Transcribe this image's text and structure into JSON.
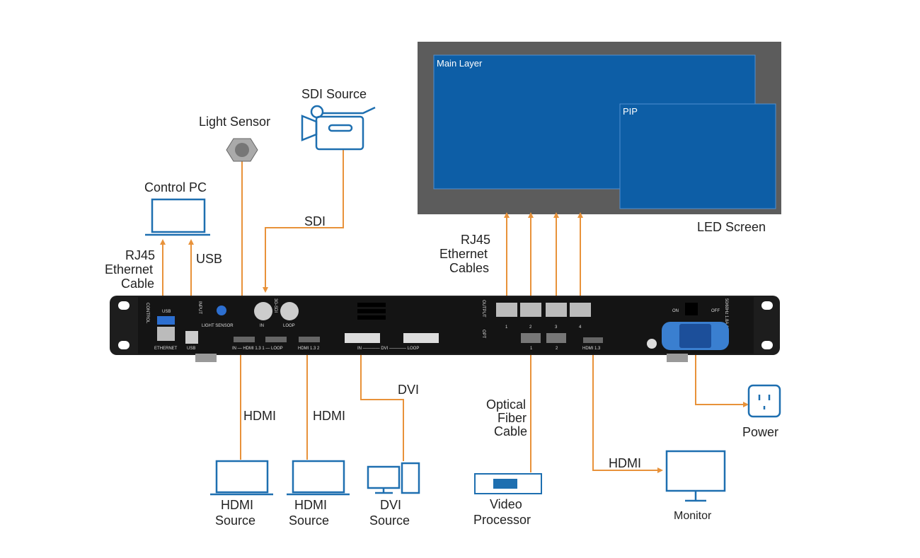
{
  "colors": {
    "cable": "#e8923a",
    "icon": "#1e6fb0",
    "screen_bezel": "#5c5c5c",
    "screen_layer": "#0d5ea6",
    "device": "#1d1d1d"
  },
  "screen": {
    "label": "LED Screen",
    "main_layer": "Main Layer",
    "pip": "PIP"
  },
  "devices": {
    "light_sensor": "Light Sensor",
    "sdi_source": "SDI Source",
    "control_pc": "Control PC",
    "hdmi_source_1": [
      "HDMI",
      "Source"
    ],
    "hdmi_source_2": [
      "HDMI",
      "Source"
    ],
    "dvi_source": [
      "DVI",
      "Source"
    ],
    "video_processor": [
      "Video",
      "Processor"
    ],
    "monitor": "Monitor",
    "power": "Power"
  },
  "cables": {
    "sdi": "SDI",
    "rj45_control": [
      "RJ45",
      "Ethernet",
      "Cable"
    ],
    "usb": "USB",
    "rj45_output": [
      "RJ45",
      "Ethernet",
      "Cables"
    ],
    "hdmi_1": "HDMI",
    "hdmi_2": "HDMI",
    "dvi": "DVI",
    "optical": [
      "Optical",
      "Fiber",
      "Cable"
    ],
    "hdmi_out": "HDMI"
  },
  "panel": {
    "control": "CONTROL",
    "usb_top": "USB",
    "ethernet": "ETHERNET",
    "usb_b": "USB",
    "input": "INPUT",
    "light_sensor": "LIGHT SENSOR",
    "sdi": "3G-SDI",
    "sdi_in": "IN",
    "sdi_loop": "LOOP",
    "hdmi1": "IN — HDMI 1.3 1 — LOOP",
    "hdmi2": "HDMI 1.3 2",
    "dvi": "IN ———— DVI ———— LOOP",
    "output": "OUTPUT",
    "ports": [
      "1",
      "2",
      "3",
      "4"
    ],
    "opt": "OPT",
    "opt_ports": [
      "1",
      "2"
    ],
    "hdmi_out": "HDMI 1.3",
    "on": "ON",
    "off": "OFF",
    "rating": "50/60Hz 1.8A 100-240V~"
  }
}
